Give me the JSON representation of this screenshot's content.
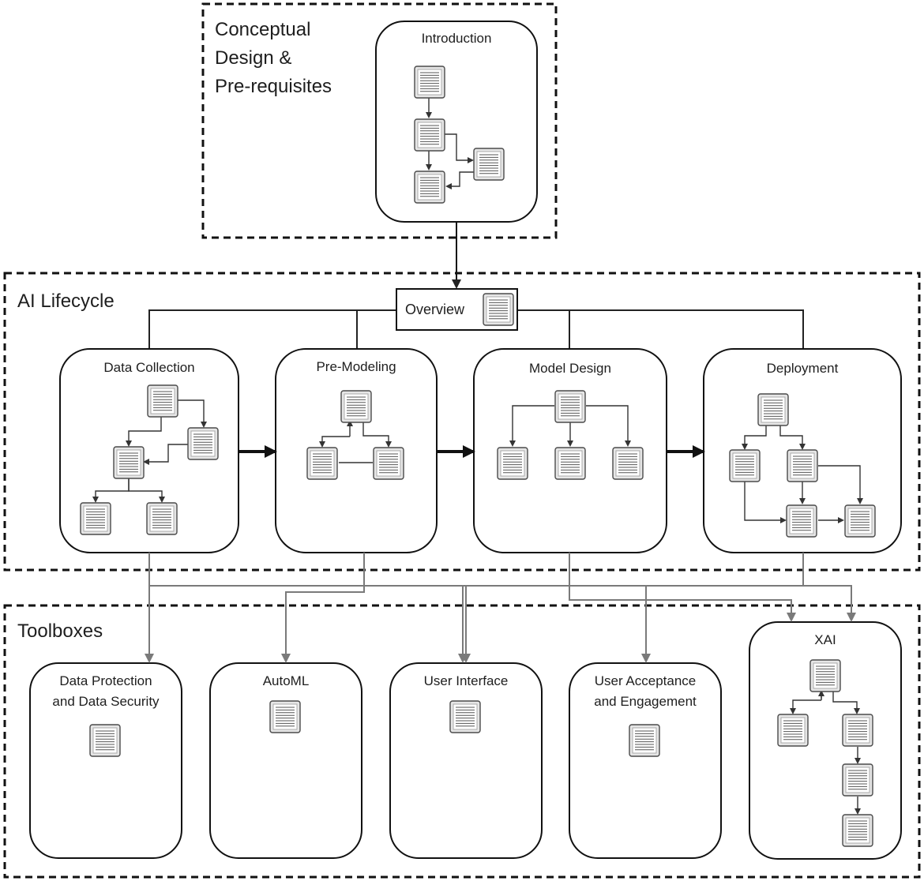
{
  "sections": {
    "conceptual": "Conceptual\nDesign &\nPre-requisites",
    "lifecycle": "AI Lifecycle",
    "toolboxes": "Toolboxes"
  },
  "conceptual_boxes": {
    "introduction": "Introduction"
  },
  "overview": "Overview",
  "lifecycle_boxes": {
    "data_collection": "Data Collection",
    "pre_modeling": "Pre-Modeling",
    "model_design": "Model Design",
    "deployment": "Deployment"
  },
  "toolbox_boxes": {
    "data_protection": "Data Protection\nand Data Security",
    "automl": "AutoML",
    "user_interface": "User Interface",
    "user_acceptance": "User Acceptance\nand Engagement",
    "xai": "XAI"
  }
}
